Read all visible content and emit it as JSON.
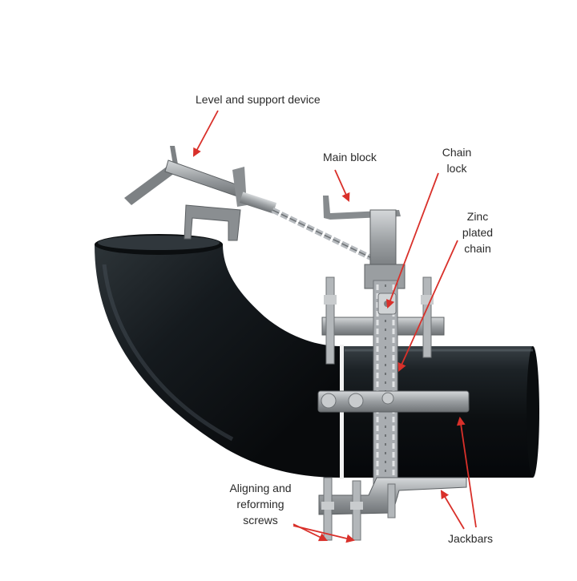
{
  "labels": {
    "level_support": "Level and support device",
    "main_block": "Main block",
    "chain_lock": "Chain\nlock",
    "zinc_chain": "Zinc\nplated\nchain",
    "aligning_screws": "Aligning and\nreforming\nscrews",
    "jackbars": "Jackbars"
  },
  "colors": {
    "pipe": "#151a1e",
    "arrow": "#d9302a",
    "steel": "#8e9194",
    "steel_light": "#c3c6c9",
    "chain": "#b8bcc0",
    "text": "#2a2a2a"
  }
}
